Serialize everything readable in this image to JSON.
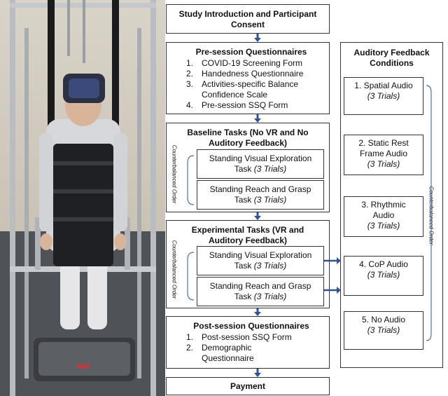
{
  "flow": {
    "consent": {
      "line1": "Study Introduction and Participant",
      "line2": "Consent"
    },
    "pre_session": {
      "title": "Pre-session Questionnaires",
      "items": [
        {
          "num": "1.",
          "text": "COVID-19 Screening Form"
        },
        {
          "num": "2.",
          "text": "Handedness Questionnaire"
        },
        {
          "num": "3.",
          "text": "Activities-specific Balance"
        },
        {
          "num": "",
          "text": "Confidence Scale"
        },
        {
          "num": "4.",
          "text": "Pre-session SSQ Form"
        }
      ]
    },
    "baseline": {
      "title_line1": "Baseline Tasks (No VR and No",
      "title_line2": "Auditory Feedback)",
      "side_label": "Counterbalanced Order",
      "task1": {
        "line1": "Standing Visual Exploration",
        "line2": "Task",
        "trials": "(3 Trials)"
      },
      "task2": {
        "line1": "Standing Reach and Grasp",
        "line2": "Task",
        "trials": "(3 Trials)"
      }
    },
    "experimental": {
      "title_line1": "Experimental Tasks (VR and",
      "title_line2": "Auditory Feedback)",
      "side_label": "Counterbalanced Order",
      "task1": {
        "line1": "Standing Visual Exploration",
        "line2": "Task",
        "trials": "(3 Trials)"
      },
      "task2": {
        "line1": "Standing Reach and Grasp",
        "line2": "Task",
        "trials": "(3 Trials)"
      }
    },
    "post_session": {
      "title": "Post-session Questionnaires",
      "items": [
        {
          "num": "1.",
          "text": "Post-session SSQ Form"
        },
        {
          "num": "2.",
          "text": "Demographic"
        },
        {
          "num": "",
          "text": "Questionnaire"
        }
      ]
    },
    "payment": "Payment"
  },
  "auditory": {
    "title_line1": "Auditory Feedback",
    "title_line2": "Conditions",
    "side_label": "Counterbalanced Order",
    "conditions": [
      {
        "lines": [
          "1. Spatial Audio"
        ],
        "trials": "(3 Trials)"
      },
      {
        "lines": [
          "2. Static Rest",
          "Frame Audio"
        ],
        "trials": "(3 Trials)"
      },
      {
        "lines": [
          "3. Rhythmic",
          "Audio"
        ],
        "trials": "(3 Trials)"
      },
      {
        "lines": [
          "4. CoP Audio"
        ],
        "trials": "(3 Trials)"
      },
      {
        "lines": [
          "5. No Audio"
        ],
        "trials": "(3 Trials)"
      }
    ]
  },
  "colors": {
    "arrow": "#2f5496",
    "border": "#333333"
  }
}
